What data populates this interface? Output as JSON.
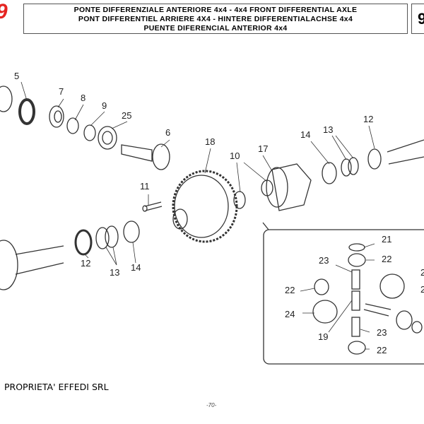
{
  "header": {
    "logo": "9",
    "title_lines": [
      "PONTE DIFFERENZIALE ANTERIORE 4x4 - 4x4 FRONT DIFFERENTIAL AXLE",
      "PONT DIFFERENTIEL ARRIERE 4X4 - HINTERE DIFFERENTIALACHSE 4x4",
      "PUENTE DIFERENCIAL ANTERIOR 4x4"
    ],
    "section_number": "9"
  },
  "callouts": [
    "5",
    "7",
    "8",
    "9",
    "25",
    "6",
    "18",
    "10",
    "17",
    "14",
    "13",
    "12",
    "11",
    "12",
    "13",
    "14",
    "21",
    "22",
    "23",
    "22",
    "24",
    "19",
    "23",
    "22",
    "2",
    "2"
  ],
  "footer": {
    "owner": "PROPRIETA' EFFEDI SRL",
    "page": "-70-"
  }
}
